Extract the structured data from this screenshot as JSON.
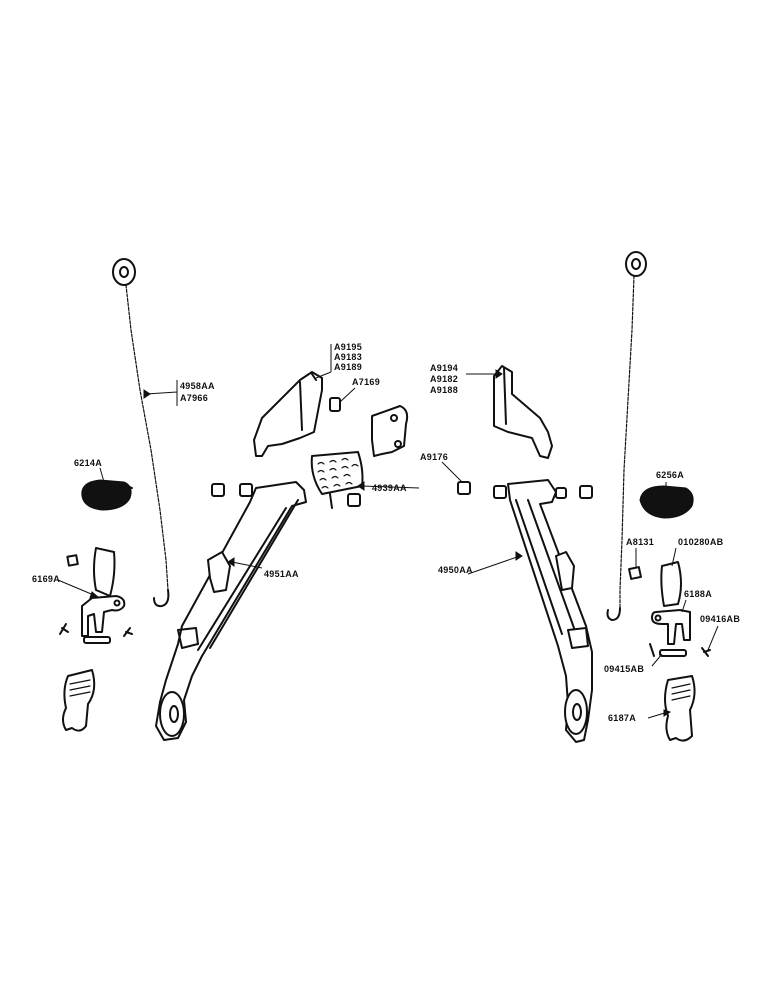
{
  "labels": {
    "l4958AA": "4958AA",
    "lA7966": "A7966",
    "l6214A": "6214A",
    "l6169A": "6169A",
    "lA9195": "A9195",
    "lA9183": "A9183",
    "lA9189": "A9189",
    "lA7169": "A7169",
    "l4939AA": "4939AA",
    "l4951AA": "4951AA",
    "lA9194": "A9194",
    "lA9182": "A9182",
    "lA9188": "A9188",
    "lA9176": "A9176",
    "l4950AA": "4950AA",
    "l6256A": "6256A",
    "lA8131": "A8131",
    "l010280AB": "010280AB",
    "l6188A": "6188A",
    "l09416AB": "09416AB",
    "l09415AB": "09415AB",
    "l6187A": "6187A"
  }
}
